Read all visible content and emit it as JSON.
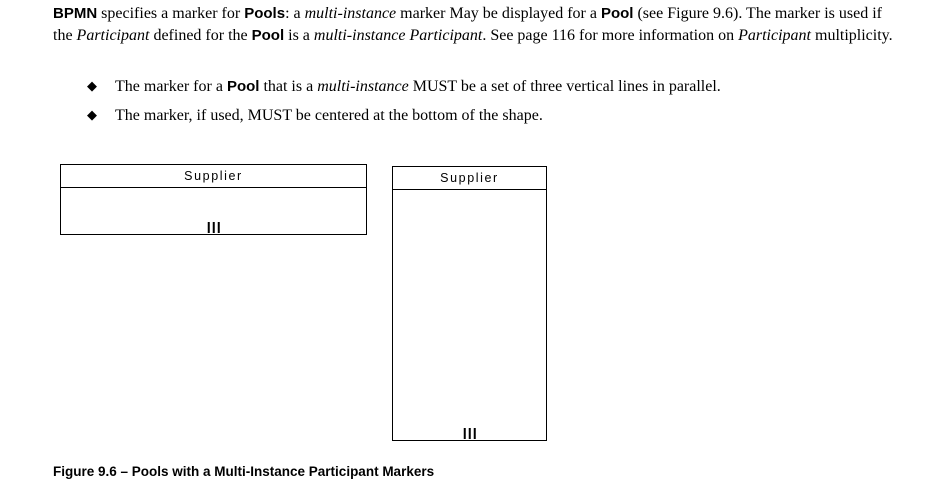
{
  "page": {
    "background_color": "#ffffff",
    "text_color": "#000000"
  },
  "paragraph": {
    "segments": [
      {
        "t": "BPMN",
        "s": "b"
      },
      {
        "t": " specifies a marker for ",
        "s": "r"
      },
      {
        "t": "Pools",
        "s": "b"
      },
      {
        "t": ": a ",
        "s": "r"
      },
      {
        "t": "multi-instance",
        "s": "i"
      },
      {
        "t": " marker May be displayed for a ",
        "s": "r"
      },
      {
        "t": "Pool",
        "s": "b"
      },
      {
        "t": " (see Figure 9.6). The marker is used if the ",
        "s": "r"
      },
      {
        "t": "Participant",
        "s": "i"
      },
      {
        "t": " defined for the ",
        "s": "r"
      },
      {
        "t": "Pool",
        "s": "b"
      },
      {
        "t": " is a ",
        "s": "r"
      },
      {
        "t": "multi-instance Participant",
        "s": "i"
      },
      {
        "t": ". See page 116 for more information on ",
        "s": "r"
      },
      {
        "t": "Participant",
        "s": "i"
      },
      {
        "t": " multiplicity.",
        "s": "r"
      }
    ]
  },
  "bullets": {
    "glyph": "◆",
    "items": [
      {
        "segments": [
          {
            "t": "The marker for a ",
            "s": "r"
          },
          {
            "t": "Pool",
            "s": "b"
          },
          {
            "t": " that is a ",
            "s": "r"
          },
          {
            "t": "multi-instance",
            "s": "i"
          },
          {
            "t": " MUST be a set of three vertical lines in parallel.",
            "s": "r"
          }
        ]
      },
      {
        "segments": [
          {
            "t": "The marker, if used, MUST be centered at the bottom of the shape.",
            "s": "r"
          }
        ]
      }
    ]
  },
  "figure": {
    "caption": "Figure 9.6 – Pools with a Multi-Instance Participant Markers",
    "pools": [
      {
        "label": "Supplier",
        "orientation": "horizontal",
        "marker": "multi-instance"
      },
      {
        "label": "Supplier",
        "orientation": "vertical",
        "marker": "multi-instance"
      }
    ]
  }
}
